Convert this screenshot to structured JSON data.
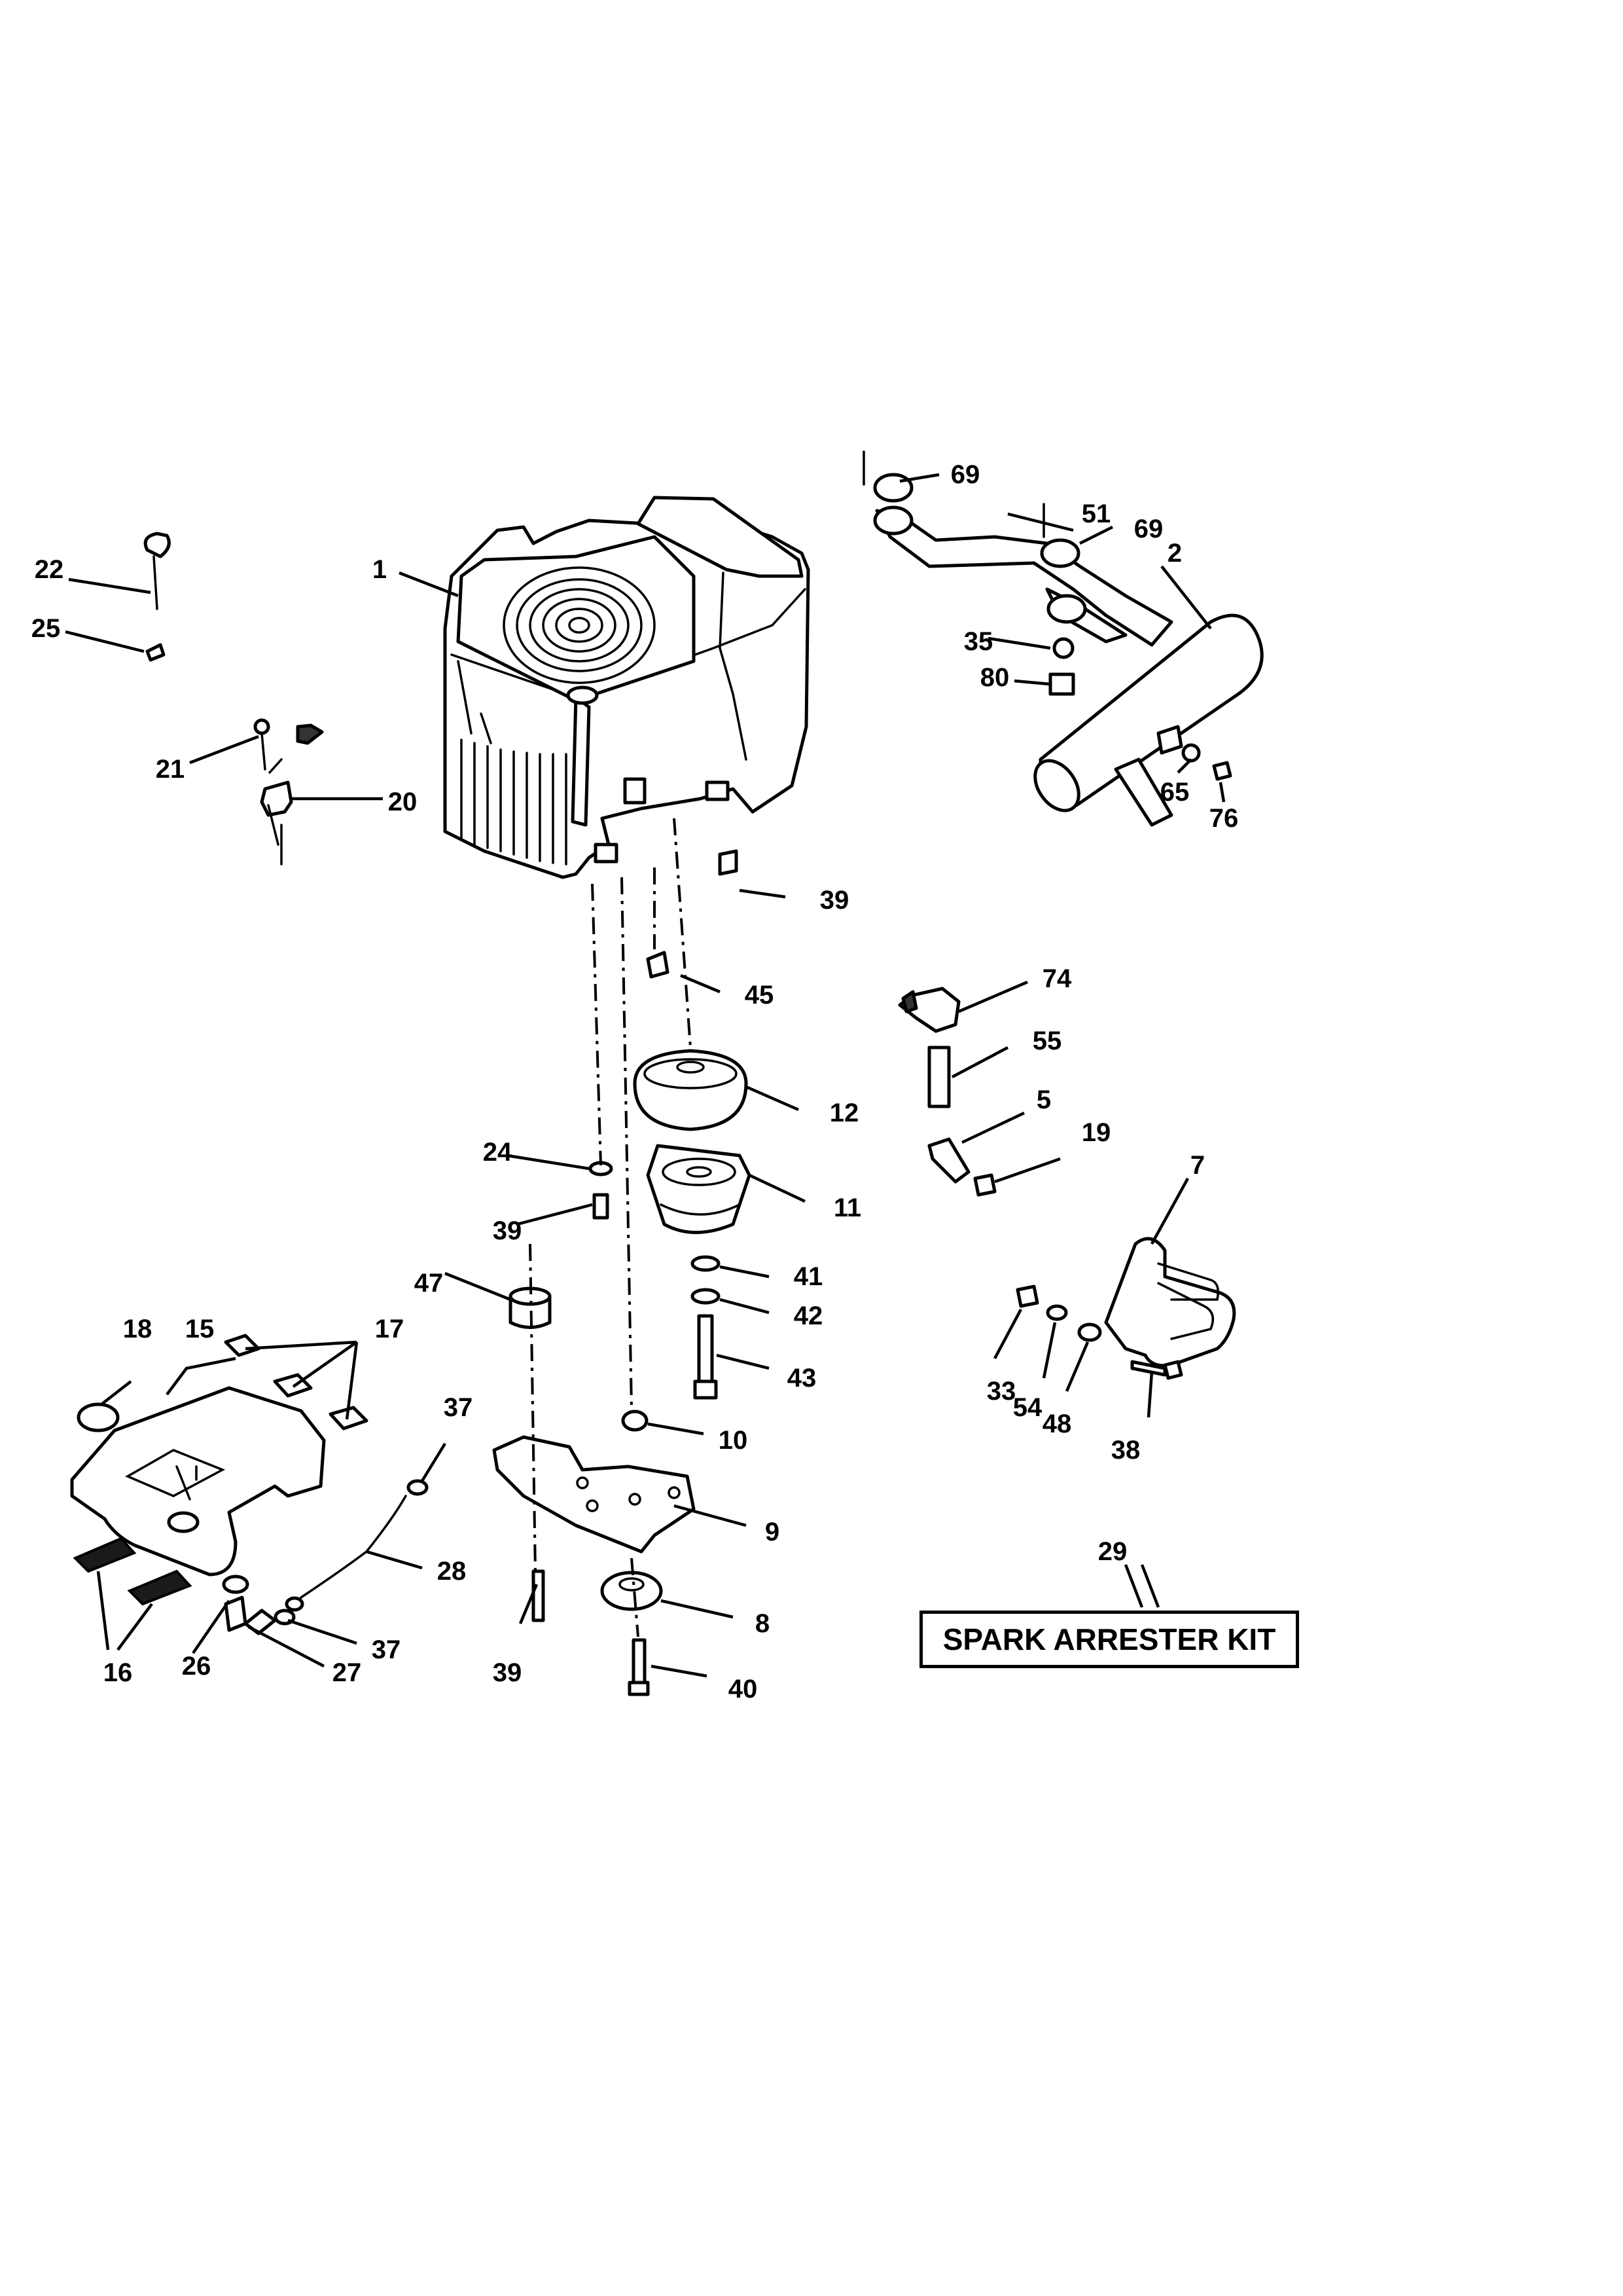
{
  "callouts": {
    "p1": "1",
    "p2": "2",
    "p5": "5",
    "p7": "7",
    "p8": "8",
    "p9": "9",
    "p10": "10",
    "p11": "11",
    "p12": "12",
    "p15": "15",
    "p16": "16",
    "p17": "17",
    "p18": "18",
    "p19": "19",
    "p20": "20",
    "p21": "21",
    "p22": "22",
    "p24": "24",
    "p25": "25",
    "p26": "26",
    "p27": "27",
    "p28": "28",
    "p29": "29",
    "p33": "33",
    "p35": "35",
    "p37a": "37",
    "p37b": "37",
    "p38": "38",
    "p39a": "39",
    "p39b": "39",
    "p39c": "39",
    "p40": "40",
    "p41": "41",
    "p42": "42",
    "p43": "43",
    "p45": "45",
    "p47": "47",
    "p48": "48",
    "p51": "51",
    "p54": "54",
    "p55": "55",
    "p65": "65",
    "p69a": "69",
    "p69b": "69",
    "p74": "74",
    "p76": "76",
    "p80": "80"
  },
  "kit_label": "SPARK ARRESTER KIT"
}
